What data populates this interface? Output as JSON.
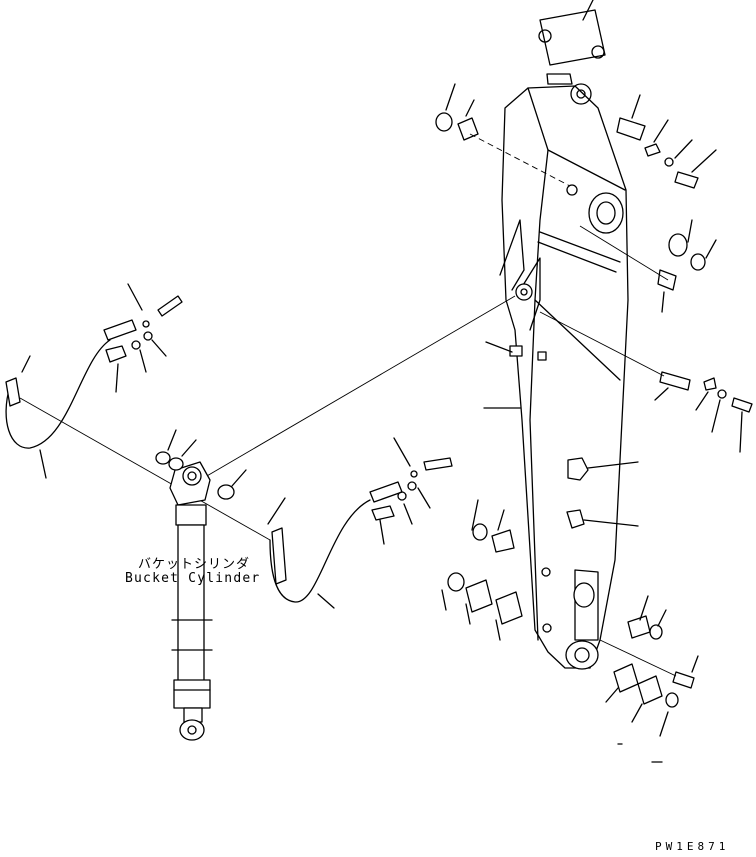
{
  "labels": {
    "bucket_cylinder_jp": "バケットシリンダ",
    "bucket_cylinder_en": "Bucket Cylinder",
    "drawing_code": "PW1E871"
  }
}
